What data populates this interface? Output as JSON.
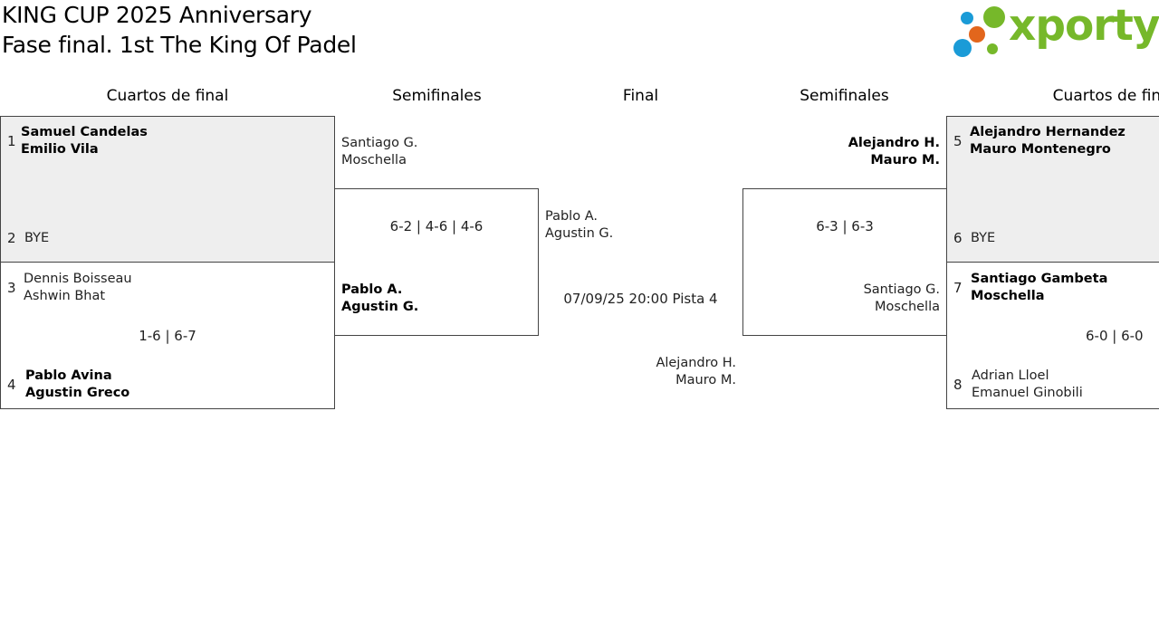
{
  "header": {
    "title_line1": "KING CUP 2025 Anniversary",
    "title_line2": "Fase final. 1st The King Of Padel"
  },
  "logo": {
    "text": "xporty",
    "colors": {
      "green": "#76b82a",
      "blue": "#1a9bd7",
      "orange": "#e2661c"
    }
  },
  "rounds": {
    "left_qf": "Cuartos de final",
    "left_sf": "Semifinales",
    "final": "Final",
    "right_sf": "Semifinales",
    "right_qf": "Cuartos de final"
  },
  "left_qf": {
    "m1": {
      "top": {
        "seed": "1",
        "p1": "Samuel Candelas",
        "p2": "Emilio Vila"
      },
      "bottom": {
        "seed": "2",
        "p1": "BYE"
      }
    },
    "m2": {
      "top": {
        "seed": "3",
        "p1": "Dennis Boisseau",
        "p2": "Ashwin Bhat"
      },
      "score": "1-6 | 6-7",
      "bottom": {
        "seed": "4",
        "p1": "Pablo Avina",
        "p2": "Agustin Greco"
      }
    }
  },
  "left_sf": {
    "top": {
      "p1": "Santiago G.",
      "p2": "Moschella"
    },
    "score": "6-2 | 4-6 | 4-6",
    "bottom": {
      "p1": "Pablo A.",
      "p2": "Agustin G."
    }
  },
  "final": {
    "top": {
      "p1": "Pablo A.",
      "p2": "Agustin G."
    },
    "schedule": "07/09/25 20:00 Pista 4",
    "bottom": {
      "p1": "Alejandro H.",
      "p2": "Mauro M."
    }
  },
  "right_sf": {
    "top": {
      "p1": "Alejandro H.",
      "p2": "Mauro M."
    },
    "score": "6-3 | 6-3",
    "bottom": {
      "p1": "Santiago G.",
      "p2": "Moschella"
    }
  },
  "right_qf": {
    "m1": {
      "top": {
        "seed": "5",
        "p1": "Alejandro Hernandez",
        "p2": "Mauro Montenegro"
      },
      "bottom": {
        "seed": "6",
        "p1": "BYE"
      }
    },
    "m2": {
      "top": {
        "seed": "7",
        "p1": "Santiago Gambeta",
        "p2": "Moschella"
      },
      "score": "6-0 | 6-0",
      "bottom": {
        "seed": "8",
        "p1": "Adrian Lloel",
        "p2": "Emanuel Ginobili"
      }
    }
  }
}
